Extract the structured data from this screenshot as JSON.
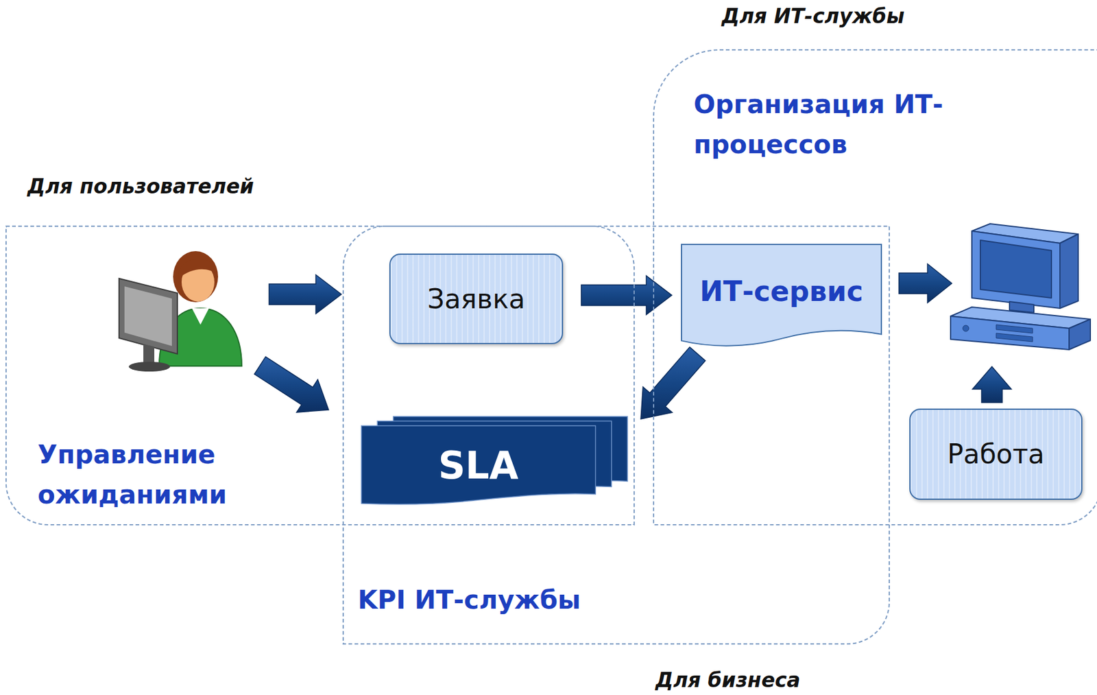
{
  "diagram": {
    "nodes": [
      {
        "text": [
          "Для ИТ-службы",
          "Организация ИТ-процессов"
        ]
      },
      {
        "text": [
          "Для пользователей",
          "Управление ожиданиями"
        ]
      },
      {
        "text": [
          "KPI ИТ-службы",
          "Для бизнеса"
        ]
      },
      {
        "text": [
          "Заявка"
        ],
        "in": 1
      },
      {
        "text": [
          "SLA"
        ],
        "in": 1
      },
      {
        "text": [
          "ИТ-сервис"
        ],
        "in": 0
      },
      {
        "text": [
          "Работа"
        ],
        "in": 0
      }
    ],
    "edges": [
      {
        "from": 3,
        "to": 5,
        "arrow": "to"
      },
      {
        "from": 5,
        "to": 4,
        "arrow": "to"
      }
    ]
  }
}
